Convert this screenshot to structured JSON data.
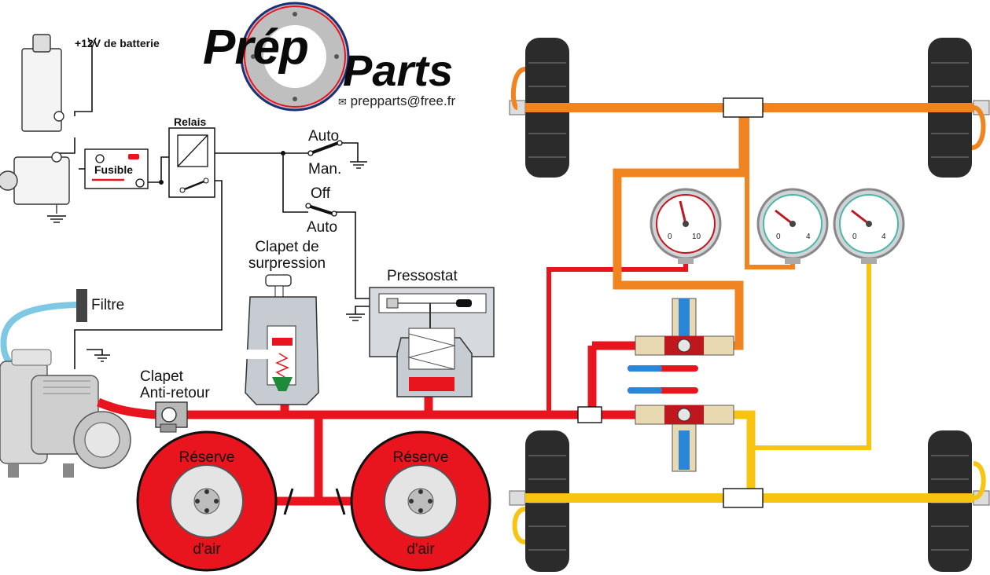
{
  "logo": {
    "part1": "Prép",
    "part2": "Parts",
    "email": "prepparts@free.fr",
    "email_icon": "envelope-icon"
  },
  "labels": {
    "battery": "+12V de batterie",
    "relay": "Relais",
    "fuse": "Fusible",
    "switch1_top": "Auto",
    "switch1_bottom": "Man.",
    "switch2_top": "Off",
    "switch2_bottom": "Auto",
    "filter": "Filtre",
    "relief_valve_line1": "Clapet de",
    "relief_valve_line2": "surpression",
    "pressure_switch": "Pressostat",
    "check_valve_line1": "Clapet",
    "check_valve_line2": "Anti-retour",
    "tank_left_top": "Réserve",
    "tank_left_bottom": "d'air",
    "tank_right_top": "Réserve",
    "tank_right_bottom": "d'air"
  },
  "gauges": [
    {
      "min": "0",
      "max": "10"
    },
    {
      "min": "0",
      "max": "4"
    },
    {
      "min": "0",
      "max": "4"
    }
  ],
  "colors": {
    "red_line": "#e8141e",
    "orange_line": "#f08420",
    "yellow_line": "#f7c412",
    "blue_valve": "#2a86d8",
    "tire": "#2b2b2b"
  }
}
